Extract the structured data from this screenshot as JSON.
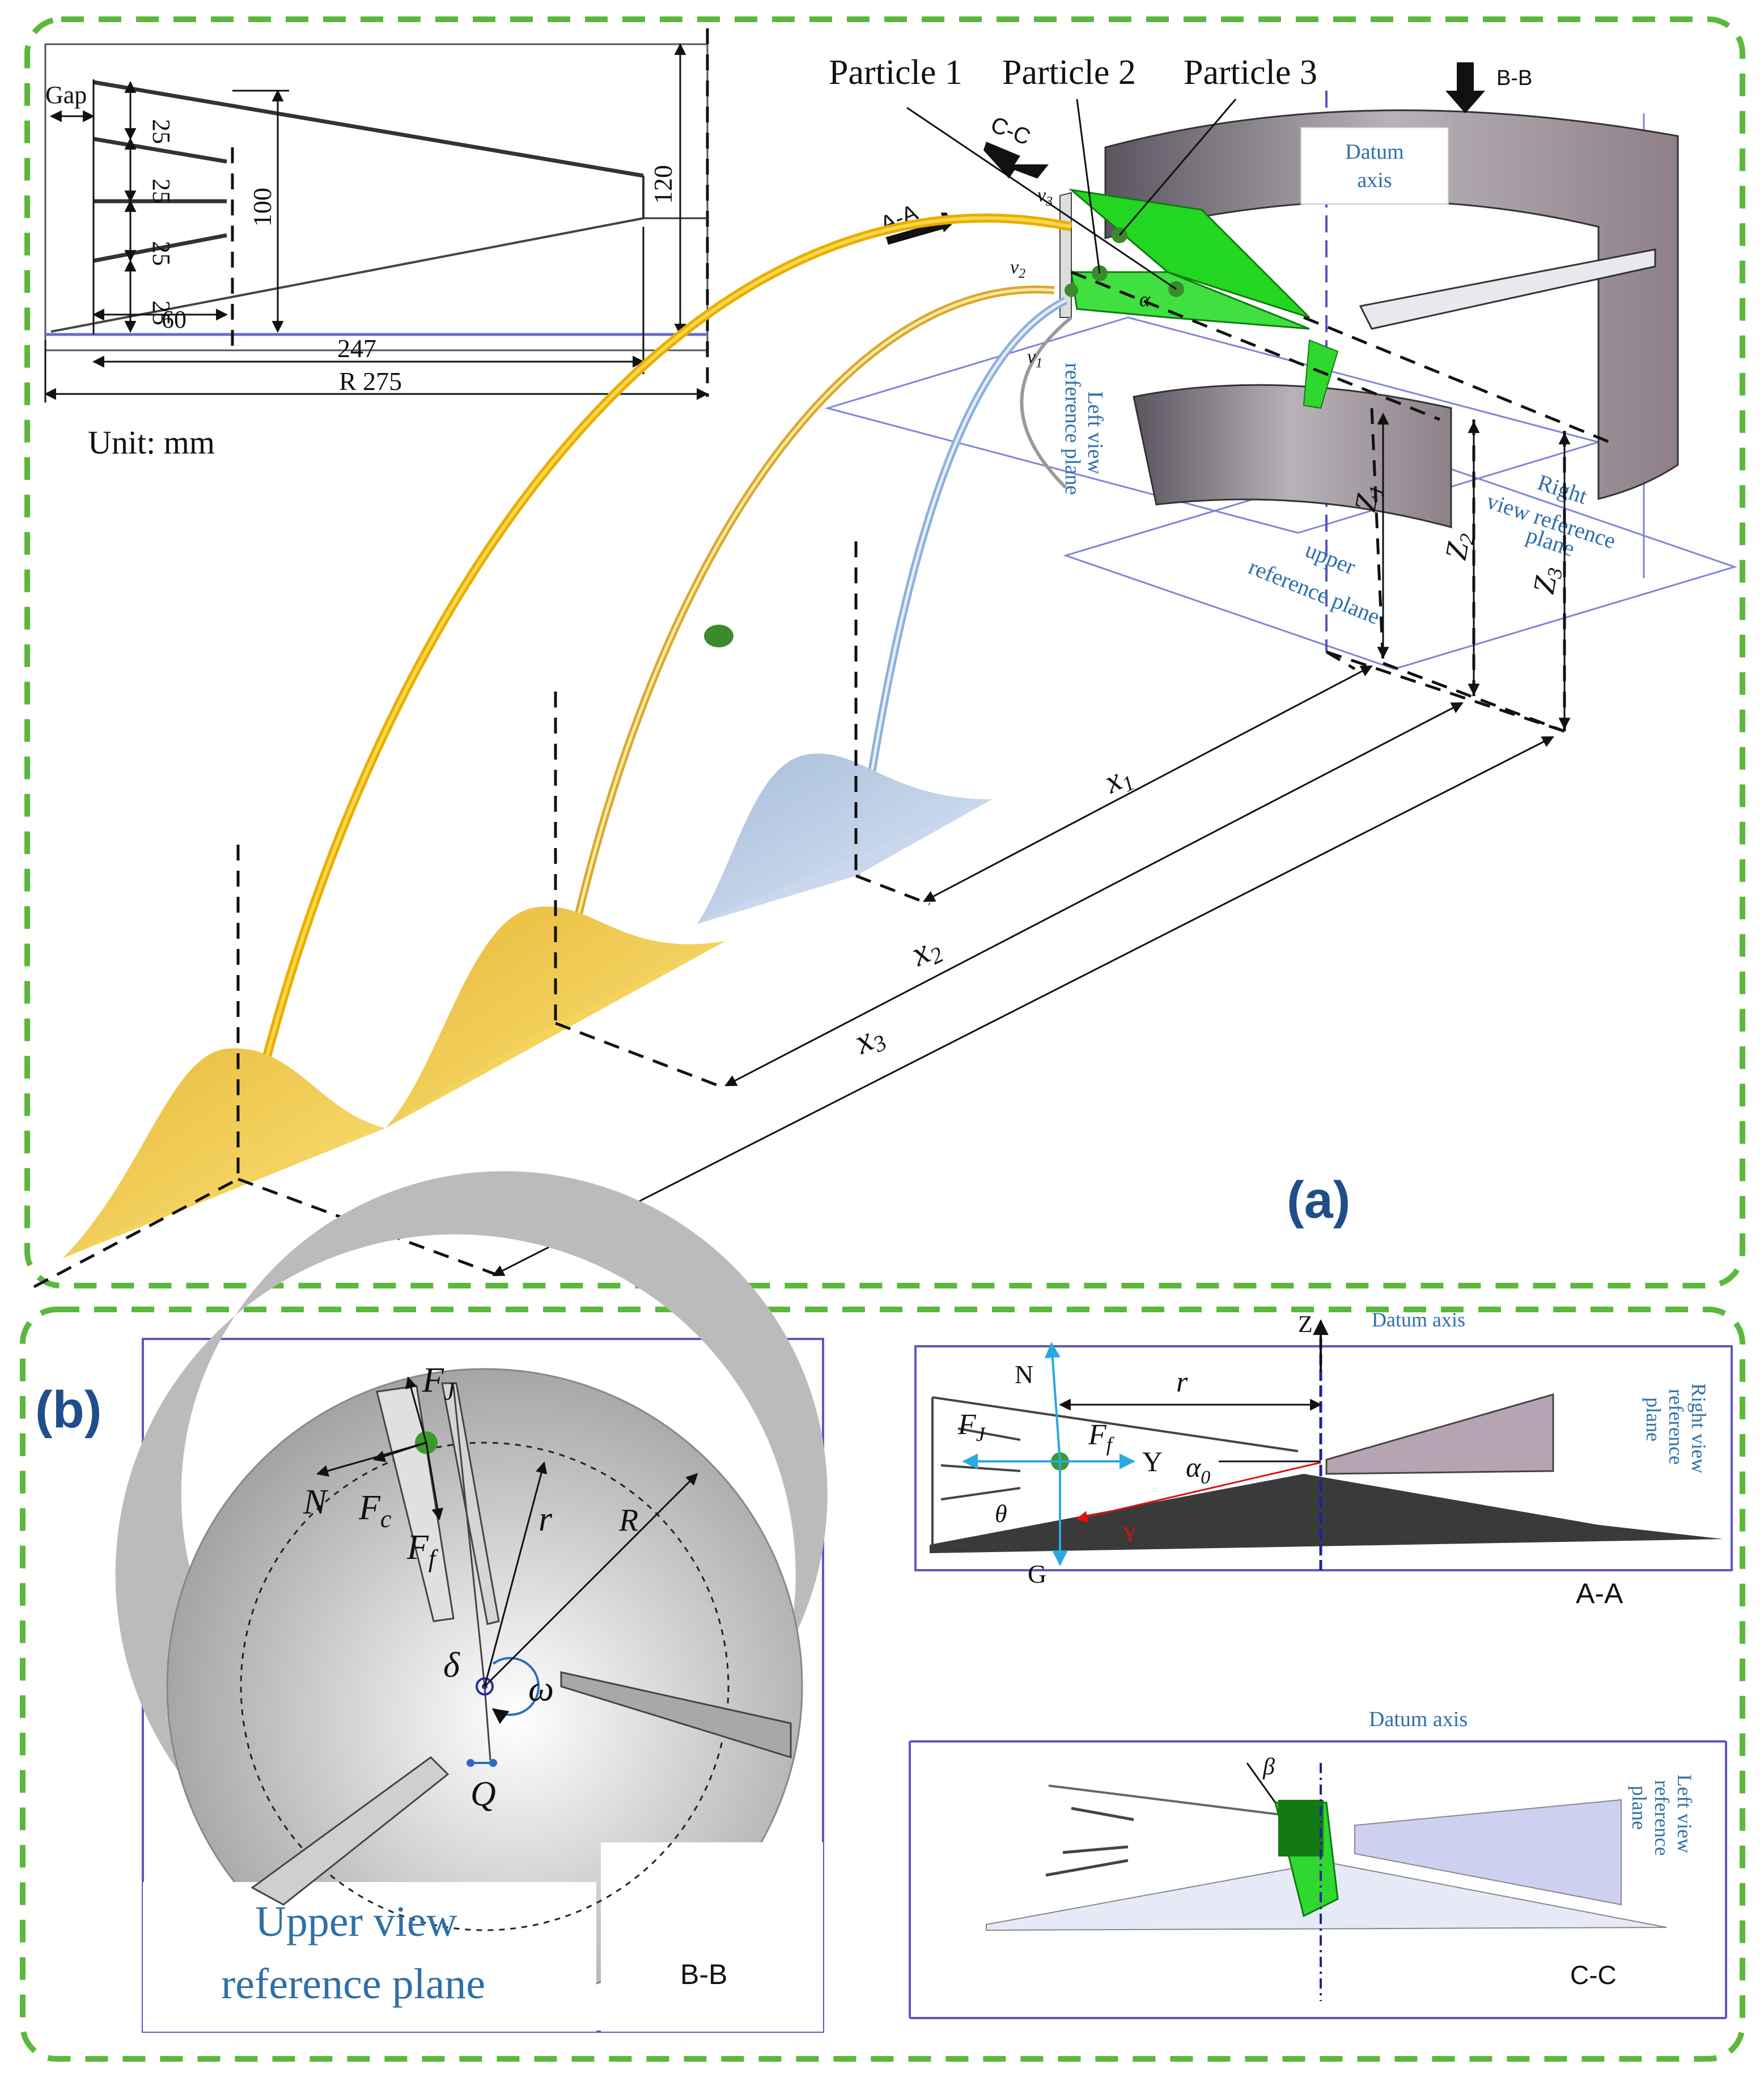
{
  "panel_a": {
    "label": "(a)",
    "inset": {
      "gap": "Gap",
      "d25a": "25",
      "d25b": "25",
      "d25c": "25",
      "d25d": "25",
      "d60": "60",
      "d100": "100",
      "d120": "120",
      "d247": "247",
      "r275": "R 275",
      "unit": "Unit: mm"
    },
    "particles": [
      "Particle 1",
      "Particle 2",
      "Particle 3"
    ],
    "sections": {
      "aa": "A-A",
      "bb": "B-B",
      "cc": "C-C"
    },
    "datum": [
      "Datum",
      "axis"
    ],
    "left_plane": [
      "Left view",
      "reference plane"
    ],
    "right_plane": [
      "Right",
      "view reference",
      "plane"
    ],
    "upper_plane": [
      "upper",
      "reference plane"
    ],
    "z": [
      "Z",
      "Z",
      "Z"
    ],
    "z_sub": [
      "1",
      "2",
      "3"
    ],
    "x": [
      "x",
      "x",
      "x"
    ],
    "x_sub": [
      "1",
      "2",
      "3"
    ],
    "v": [
      "v",
      "v",
      "v"
    ],
    "v_sub": [
      "1",
      "2",
      "3"
    ],
    "alpha": "α",
    "curve_colors": {
      "particle1": "#9ab9e0",
      "particle2": "#e8c04a",
      "particle3": "#f2c100"
    }
  },
  "panel_b": {
    "label": "(b)",
    "bb_view": {
      "FJ": "F",
      "FJ_sub": "J",
      "N": "N",
      "Fc": "F",
      "Fc_sub": "c",
      "Ff": "F",
      "Ff_sub": "f",
      "r": "r",
      "R": "R",
      "delta": "δ",
      "omega": "ω",
      "Q": "Q",
      "upper_plane": [
        "Upper view",
        "reference plane"
      ],
      "caption": "B-B"
    },
    "aa_view": {
      "Z": "Z",
      "datum": "Datum axis",
      "N": "N",
      "r": "r",
      "FJ": "F",
      "FJ_sub": "J",
      "Ff": "F",
      "Ff_sub": "f",
      "Y": "Y",
      "alpha0": "α",
      "alpha0_sub": "0",
      "theta": "θ",
      "Y_red": "Y",
      "G": "G",
      "right_plane": [
        "Right view",
        "reference",
        "plane"
      ],
      "caption": "A-A"
    },
    "cc_view": {
      "datum": "Datum axis",
      "beta": "β",
      "left_plane": [
        "Left view",
        "reference",
        "plane"
      ],
      "caption": "C-C"
    }
  },
  "colors": {
    "frame_green": "#5cb83c",
    "label_blue": "#1f4e8a",
    "plane_blue": "#7f85d8",
    "vane_green": "#2ee02e"
  }
}
